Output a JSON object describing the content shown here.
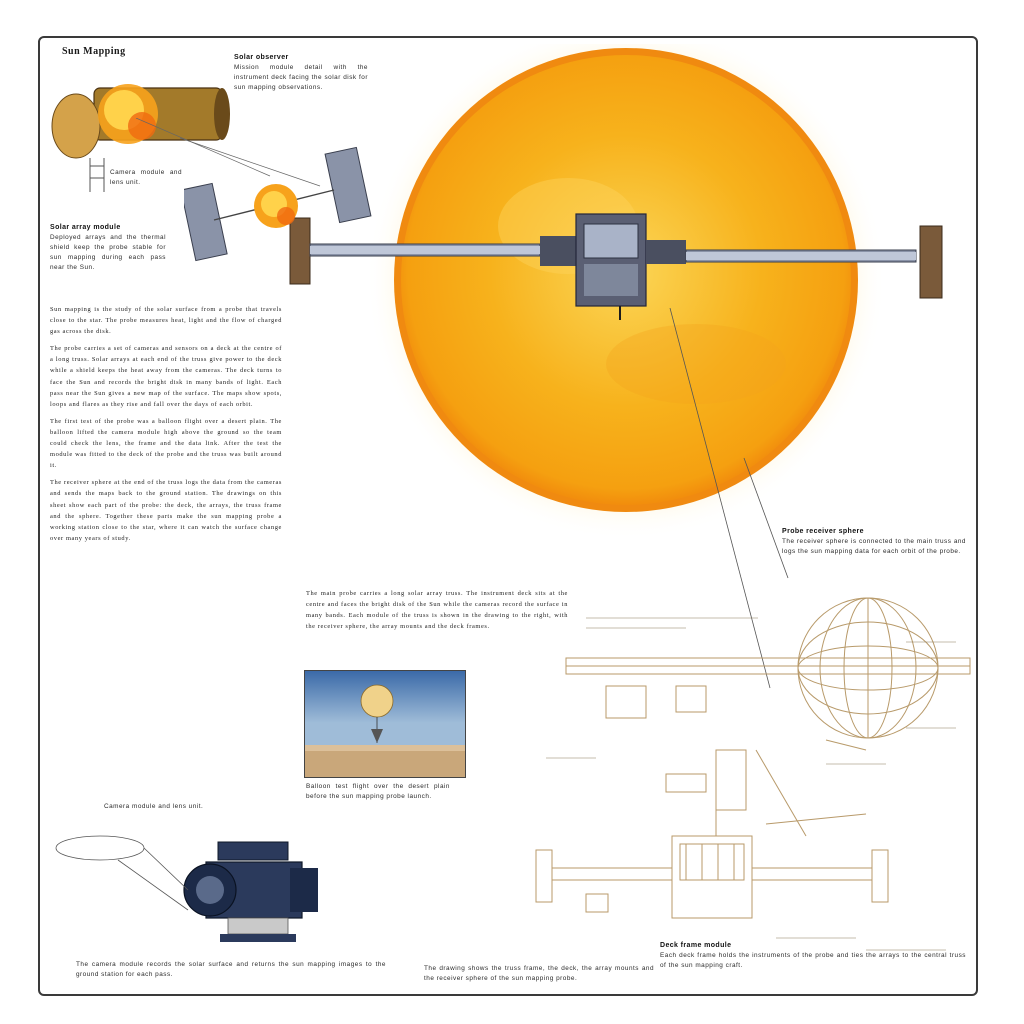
{
  "sheet": {
    "title": "Sun Mapping"
  },
  "callouts": {
    "top_right": {
      "heading": "Solar observer",
      "text": "Mission module detail with the instrument deck facing the solar disk for sun mapping observations."
    },
    "left_mid": {
      "heading": "Solar array module",
      "text": "Deployed arrays and the thermal shield keep the probe stable for sun mapping during each pass near the Sun."
    },
    "right_mid": {
      "heading": "Probe receiver sphere",
      "text": "The receiver sphere is connected to the main truss and logs the sun mapping data for each orbit of the probe."
    },
    "center": {
      "text": "The main probe carries a long solar array truss. The instrument deck sits at the centre and faces the bright disk of the Sun while the cameras record the surface in many bands. Each module of the truss is shown in the drawing to the right, with the receiver sphere, the array mounts and the deck frames."
    },
    "photo": {
      "text": "Balloon test flight over the desert plain before the sun mapping probe launch."
    },
    "camera": {
      "text": "Camera module and lens unit."
    },
    "bottom_left": {
      "text": "The camera module records the solar surface and returns the sun mapping images to the ground station for each pass."
    },
    "bottom_center": {
      "text": "The drawing shows the truss frame, the deck, the array mounts and the receiver sphere of the sun mapping probe."
    },
    "bottom_right": {
      "heading": "Deck frame module",
      "text": "Each deck frame holds the instruments of the probe and ties the arrays to the central truss of the sun mapping craft."
    }
  },
  "column": {
    "paragraphs": [
      "Sun mapping is the study of the solar surface from a probe that travels close to the star. The probe measures heat, light and the flow of charged gas across the disk.",
      "The probe carries a set of cameras and sensors on a deck at the centre of a long truss. Solar arrays at each end of the truss give power to the deck while a shield keeps the heat away from the cameras. The deck turns to face the Sun and records the bright disk in many bands of light. Each pass near the Sun gives a new map of the surface. The maps show spots, loops and flares as they rise and fall over the days of each orbit.",
      "The first test of the probe was a balloon flight over a desert plain. The balloon lifted the camera module high above the ground so the team could check the lens, the frame and the data link. After the test the module was fitted to the deck of the probe and the truss was built around it.",
      "The receiver sphere at the end of the truss logs the data from the cameras and sends the maps back to the ground station. The drawings on this sheet show each part of the probe: the deck, the arrays, the truss frame and the sphere. Together these parts make the sun mapping probe a working station close to the star, where it can watch the surface change over many years of study."
    ]
  },
  "palette": {
    "sun_core": "#f7b21c",
    "sun_edge": "#f08a10",
    "panel": "#5a5f73",
    "line_drawing": "#b89a6a",
    "frame_border": "#3a3a3a"
  },
  "icons": {
    "sun": "sun-disk",
    "probe": "satellite-probe",
    "fire": "flare-burst",
    "camera": "camera-module",
    "balloon": "balloon"
  }
}
